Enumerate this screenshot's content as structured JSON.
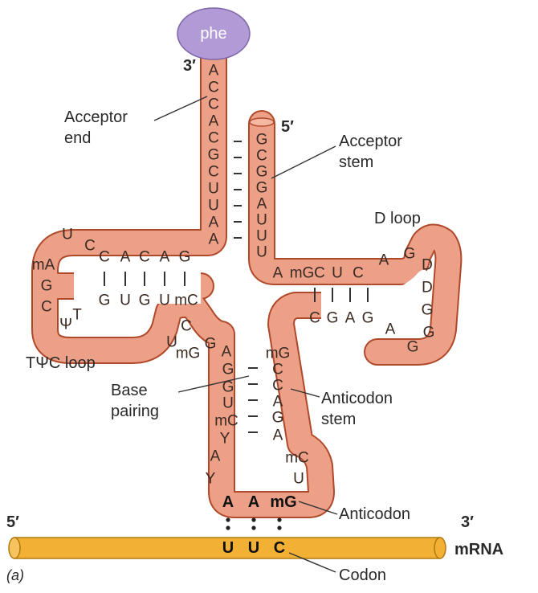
{
  "amino_acid": "phe",
  "ends": {
    "acceptor_3": "3′",
    "acceptor_5": "5′",
    "mrna_5": "5′",
    "mrna_3": "3′"
  },
  "labels": {
    "acceptor_end": [
      "Acceptor",
      "end"
    ],
    "acceptor_stem": [
      "Acceptor",
      "stem"
    ],
    "d_loop": "D loop",
    "tpsic_loop": "TΨC loop",
    "base_pairing": [
      "Base",
      "pairing"
    ],
    "anticodon_stem": [
      "Anticodon",
      "stem"
    ],
    "anticodon": "Anticodon",
    "mrna": "mRNA",
    "codon": "Codon",
    "panel": "(a)"
  },
  "sequences": {
    "acceptor_3_arm": [
      "A",
      "C",
      "C",
      "A",
      "C",
      "G",
      "C",
      "U",
      "U",
      "A",
      "A"
    ],
    "acceptor_5_arm": [
      "G",
      "C",
      "G",
      "G",
      "A",
      "U",
      "U",
      "U"
    ],
    "tpsic_stem_top": [
      "C",
      "A",
      "C",
      "A",
      "G"
    ],
    "tpsic_stem_bottom": [
      "G",
      "U",
      "G",
      "U",
      "mC"
    ],
    "tpsic_loop": [
      "U",
      "C",
      "mA",
      "G",
      "C",
      "Ψ",
      "T"
    ],
    "d_stem_top": [
      "A",
      "mG",
      "C",
      "U",
      "C"
    ],
    "d_stem_bottom": [
      "C",
      "G",
      "A",
      "G"
    ],
    "d_loop": [
      "A",
      "G",
      "D",
      "D",
      "G",
      "G",
      "G",
      "A"
    ],
    "variable": [
      "C",
      "U",
      "mG",
      "G"
    ],
    "anticodon_stem_left": [
      "A",
      "G",
      "G",
      "U",
      "mC"
    ],
    "anticodon_stem_right": [
      "mG",
      "C",
      "C",
      "A",
      "G",
      "A"
    ],
    "anticodon_loop": [
      "Y",
      "A",
      "Y",
      "mC",
      "U"
    ],
    "anticodon": [
      "A",
      "A",
      "mG"
    ],
    "codon": [
      "U",
      "U",
      "C"
    ]
  },
  "colors": {
    "trna_fill": "#eca087",
    "trna_stroke": "#b0482a",
    "phe_fill": "#b29ad6",
    "mrna_fill": "#f2b134"
  }
}
